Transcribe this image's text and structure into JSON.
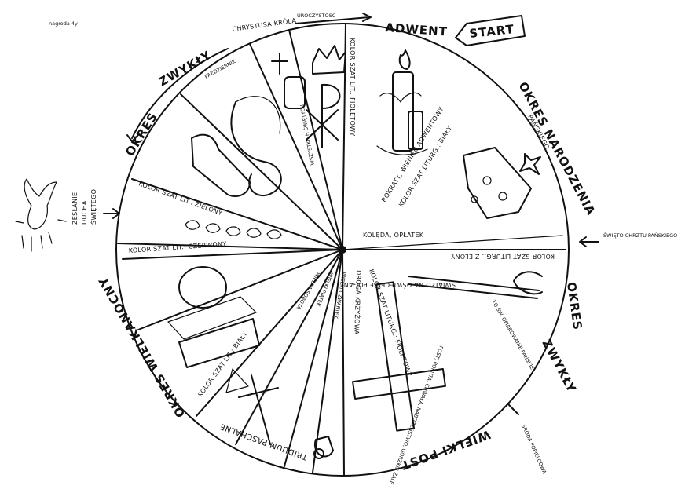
{
  "corner_note": "nagroda 4y",
  "top_labels": {
    "chrystus_krol": "CHRYSTUSA KRÓLA",
    "uroczystosc_prefix": "UROCZYSTOŚĆ",
    "adwent": "ADWENT",
    "start": "START"
  },
  "outer_labels": {
    "okres_zwykly_top_a": "OKRES",
    "okres_zwykly_top_b": "ZWYKŁY",
    "okres_narodzenia_a": "OKRES NARODZENIA",
    "okres_narodzenia_b": "PAŃSKIEGO",
    "chrzest": "ŚWIĘTO CHRZTU PAŃSKIEGO",
    "okres_zwykly_right_a": "OKRES",
    "okres_zwykly_right_b": "ZWYKŁY",
    "sroda": "ŚRODA POPIELCOWA",
    "wielki_post": "WIELKI POST",
    "triduum": "TRIDUUM PASCHALNE",
    "okres_wielkanocny": "OKRES WIELKANOCNY",
    "zeslanie_a": "ZESŁANIE",
    "zeslanie_b": "DUCHA",
    "zeslanie_c": "ŚWIĘTEGO"
  },
  "inner_labels": {
    "adwent_kolor": "KOLOR SZAT LIT.: FIOLETOWY",
    "wieniec": "ROKRATY, WIENIEC ADWENTOWY",
    "narodzenia_kolor": "KOLOR SZAT LITURG.: BIAŁY",
    "koleda": "KOLĘDA, OPŁATEK",
    "zwykly_right_kolor": "KOLOR SZAT LITURG.: ZIELONY",
    "swiatlo": "ŚWIATŁO NA OŚWIECENIE POGAN",
    "ofiarowanie": "TO ŚW. OFIAROWANIE PAŃSKIE",
    "post_kolor": "KOLOR SZAT LITURG.: FIOLETOWY",
    "droga": "DROGA KRZYŻOWA",
    "gorzkie": "POST, POKUTA, CHWAŁA, NABOŻEŃSTWO, GORZKIE ŻALE",
    "wielki_czwartek": "WIELKI CZWARTEK",
    "wielki_piatek": "WIELKI PIĄTEK",
    "wielka_sobota": "WIELKA SOBOTA",
    "triduum_kolor": "KOLOR SZAT LIT.: BIAŁY",
    "wielkanoc_kolor": "KOLOR SZAT LIT.: CZERWONY",
    "zwykly_left_kolor": "KOLOR SZAT LIT.: ZIELONY",
    "rozaniec": "PAŹDZIERNIK",
    "wszystkich": "WSZYSTKICH ŚWIĘTYCH"
  },
  "colors": {
    "ink": "#111111",
    "paper": "#ffffff"
  }
}
